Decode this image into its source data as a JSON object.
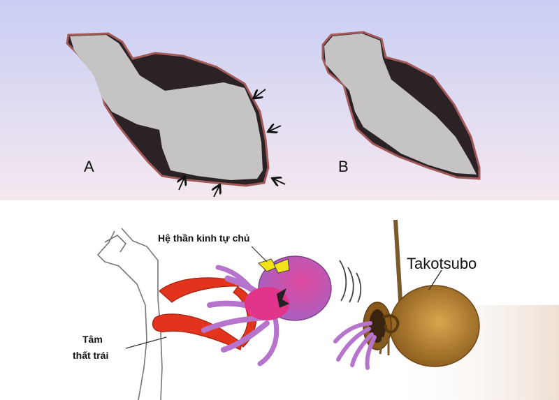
{
  "figure": {
    "panel_a_label": "A",
    "panel_b_label": "B",
    "autonomic_label": "Hệ thần kinh tự chủ",
    "ventricle_label_line1": "Tâm",
    "ventricle_label_line2": "thất trái",
    "jar_label": "Takotsubo"
  },
  "colors": {
    "top_bg_top": "#c9cef4",
    "top_bg_bottom": "#f3e6ee",
    "myocardium": "#2a2224",
    "cavity": "#c5c3c3",
    "rim": "#a35a5a",
    "heart_red": "#e2341c",
    "octopus_purple": "#b674cc",
    "octopus_pink": "#e0358a",
    "jar_brown": "#b98532"
  }
}
